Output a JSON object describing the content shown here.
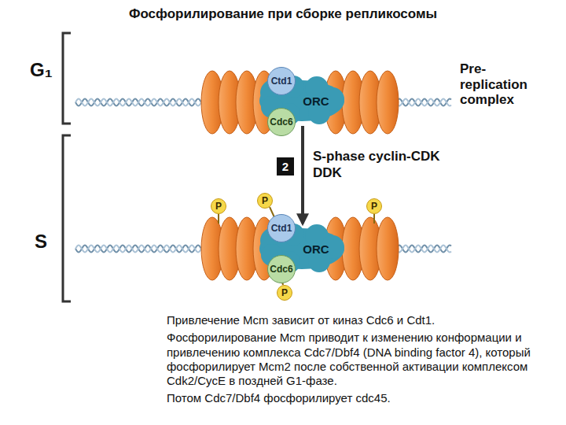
{
  "diagram": {
    "title": "Фосфорилирование при сборке репликосомы",
    "nodes": [
      {
        "text": [
          "Ctd1"
        ]
      },
      {
        "text": [
          "ORC"
        ]
      },
      {
        "text": [
          "Cdc6"
        ]
      },
      {
        "text": [
          "2"
        ]
      },
      {
        "text": [
          "P"
        ]
      },
      {
        "text": [
          "P"
        ]
      },
      {
        "text": [
          "P"
        ]
      },
      {
        "text": [
          "Ctd1"
        ]
      },
      {
        "text": [
          "ORC"
        ]
      },
      {
        "text": [
          "Cdc6"
        ]
      },
      {
        "text": [
          "P"
        ]
      }
    ],
    "edges": [
      {
        "from": 1,
        "to": 8,
        "arrow": "to"
      }
    ],
    "labels": [
      "G₁",
      "Pre-replication complex",
      "S-phase cyclin-CDK DDK",
      "S",
      "Привлечение Mcm зависит от киназ Cdc6 и Cdt1.",
      "Фосфорилирование Mcm приводит к изменению конформации и привлечению комплекса Cdc7/Dbf4 (DNA binding factor 4), который фосфорилирует Mcm2 после собственной активации комплексом Сdk2/CycE в поздней G1-фазе.",
      "Потом Cdc7/Dbf4 фосфорилирует cdc45."
    ]
  }
}
